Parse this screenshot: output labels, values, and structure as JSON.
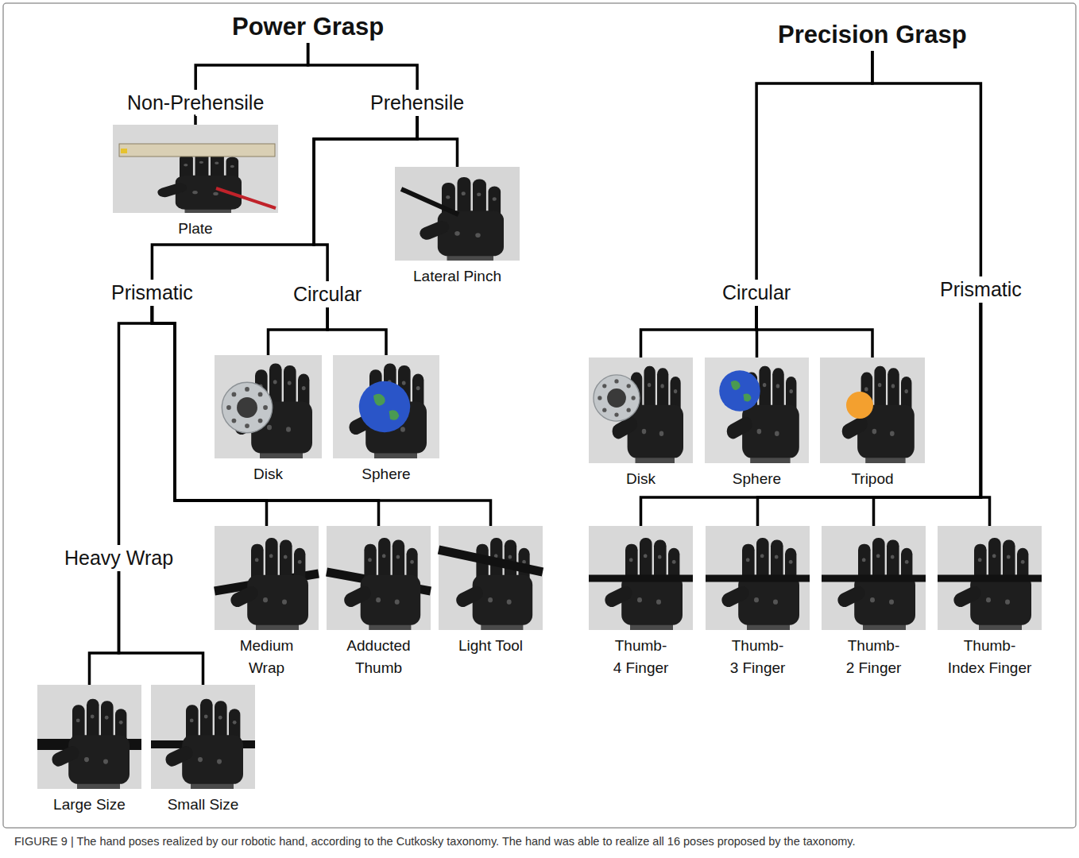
{
  "diagram": {
    "caption": "FIGURE 9 | The hand poses realized by our robotic hand, according to the Cutkosky taxonomy. The hand was able to realize all 16 poses proposed by the taxonomy.",
    "nodes": [
      {
        "text": [
          "Power Grasp"
        ]
      },
      {
        "text": [
          "Non-Prehensile"
        ]
      },
      {
        "text": [
          "Prehensile"
        ]
      },
      {
        "text": [
          "Plate"
        ]
      },
      {
        "text": [
          "Lateral Pinch"
        ]
      },
      {
        "text": [
          "Prismatic"
        ]
      },
      {
        "text": [
          "Circular"
        ]
      },
      {
        "text": [
          "Disk"
        ]
      },
      {
        "text": [
          "Sphere"
        ]
      },
      {
        "text": [
          "Heavy Wrap"
        ]
      },
      {
        "text": [
          "Medium Wrap"
        ]
      },
      {
        "text": [
          "Adducted Thumb"
        ]
      },
      {
        "text": [
          "Light Tool"
        ]
      },
      {
        "text": [
          "Large Size"
        ]
      },
      {
        "text": [
          "Small Size"
        ]
      },
      {
        "text": [
          "Precision Grasp"
        ]
      },
      {
        "text": [
          "Circular"
        ]
      },
      {
        "text": [
          "Prismatic"
        ]
      },
      {
        "text": [
          "Disk"
        ]
      },
      {
        "text": [
          "Sphere"
        ]
      },
      {
        "text": [
          "Tripod"
        ]
      },
      {
        "text": [
          "Thumb- 4 Finger"
        ]
      },
      {
        "text": [
          "Thumb- 3 Finger"
        ]
      },
      {
        "text": [
          "Thumb- 2 Finger"
        ]
      },
      {
        "text": [
          "Thumb- Index Finger"
        ]
      }
    ],
    "edges": [
      {
        "from": 0,
        "to": 1,
        "arrow": "none"
      },
      {
        "from": 0,
        "to": 2,
        "arrow": "none"
      },
      {
        "from": 1,
        "to": 3,
        "arrow": "none"
      },
      {
        "from": 2,
        "to": 4,
        "arrow": "none"
      },
      {
        "from": 2,
        "to": 5,
        "arrow": "none"
      },
      {
        "from": 2,
        "to": 6,
        "arrow": "none"
      },
      {
        "from": 6,
        "to": 7,
        "arrow": "none"
      },
      {
        "from": 6,
        "to": 8,
        "arrow": "none"
      },
      {
        "from": 5,
        "to": 9,
        "arrow": "none"
      },
      {
        "from": 5,
        "to": 10,
        "arrow": "none"
      },
      {
        "from": 5,
        "to": 11,
        "arrow": "none"
      },
      {
        "from": 5,
        "to": 12,
        "arrow": "none"
      },
      {
        "from": 9,
        "to": 13,
        "arrow": "none"
      },
      {
        "from": 9,
        "to": 14,
        "arrow": "none"
      },
      {
        "from": 15,
        "to": 16,
        "arrow": "none"
      },
      {
        "from": 15,
        "to": 17,
        "arrow": "none"
      },
      {
        "from": 16,
        "to": 18,
        "arrow": "none"
      },
      {
        "from": 16,
        "to": 19,
        "arrow": "none"
      },
      {
        "from": 16,
        "to": 20,
        "arrow": "none"
      },
      {
        "from": 17,
        "to": 21,
        "arrow": "none"
      },
      {
        "from": 17,
        "to": 22,
        "arrow": "none"
      },
      {
        "from": 17,
        "to": 23,
        "arrow": "none"
      },
      {
        "from": 17,
        "to": 24,
        "arrow": "none"
      }
    ]
  }
}
